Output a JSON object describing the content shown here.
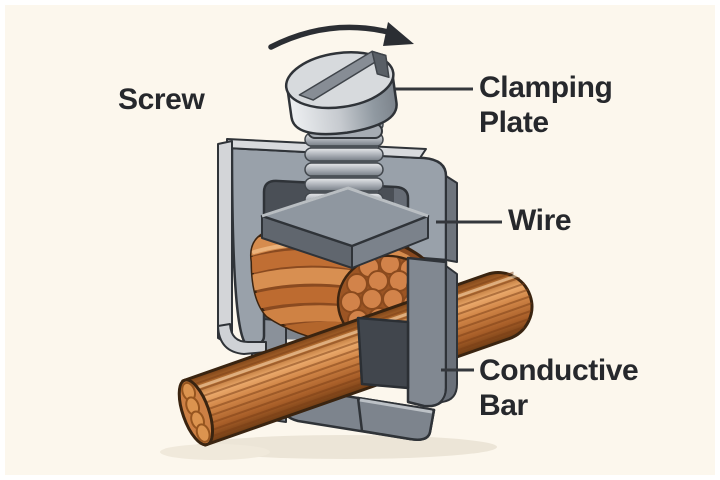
{
  "canvas": {
    "background_color": "#fcf7ed",
    "frame_color": "#ffffff"
  },
  "illustration": {
    "type": "technical-diagram",
    "subject": "screw-terminal-clamp-connection",
    "parts_depicted": [
      "screw",
      "clamping-plate",
      "stranded-wire",
      "conductive-bar",
      "clamp-body",
      "rotation-arrow"
    ],
    "rotation_arrow_direction": "clockwise",
    "colors": {
      "outline": "#2f3338",
      "metal_light": "#d7dadd",
      "metal_mid": "#99a1aa",
      "metal_dark": "#4a4f56",
      "copper_light": "#eaa96b",
      "copper_mid": "#cd8044",
      "copper_dark": "#7c4318",
      "label_text": "#26282c",
      "leader_line": "#34373c"
    }
  },
  "labels": {
    "screw": {
      "text": "Screw"
    },
    "clamping_plate": {
      "text": "Clamping Plate"
    },
    "wire": {
      "text": "Wire"
    },
    "conductive_bar": {
      "text": "Conductive Bar"
    }
  }
}
